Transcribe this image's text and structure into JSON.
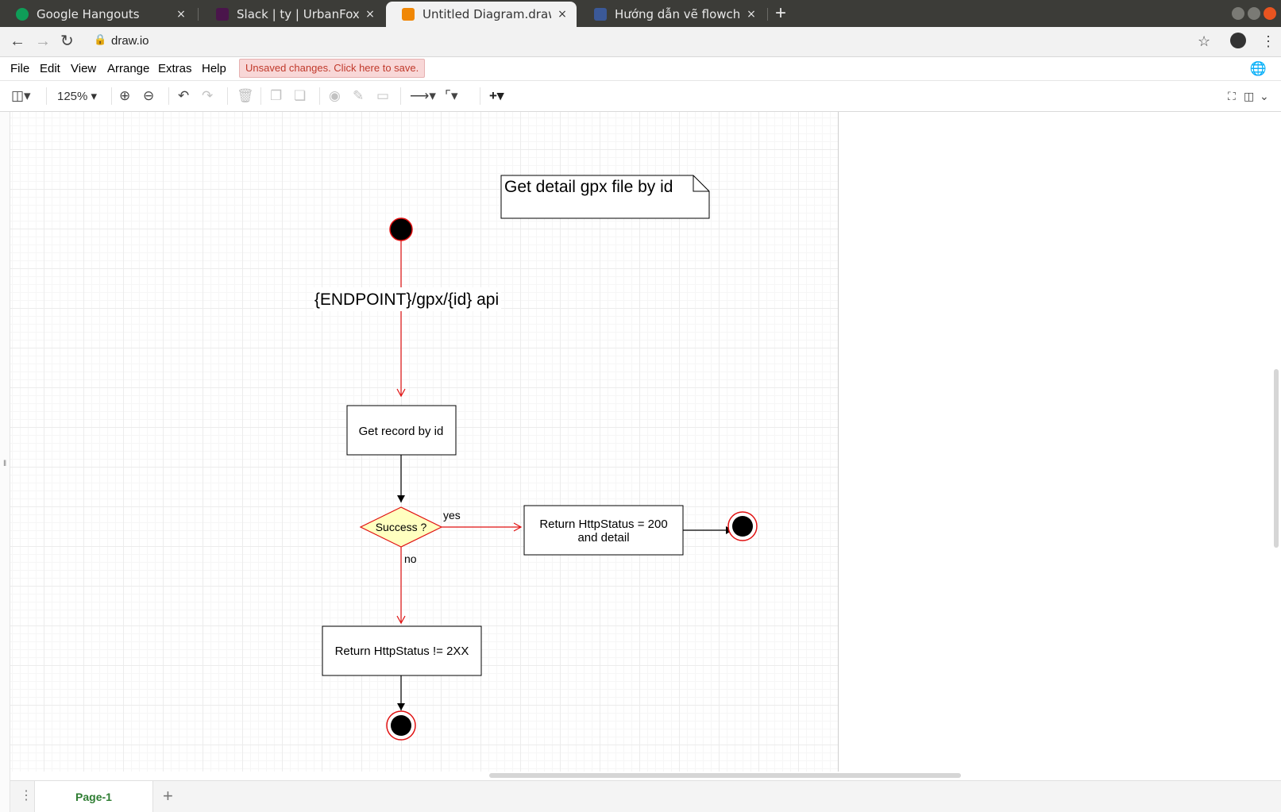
{
  "browser": {
    "tabs": [
      {
        "title": "Google Hangouts",
        "close": "×",
        "favicon_color": "#0f9d58"
      },
      {
        "title": "Slack | ty | UrbanFox",
        "close": "×",
        "favicon_color": "#4a154b"
      },
      {
        "title": "Untitled Diagram.drawio",
        "close": "×",
        "favicon_color": "#f08705"
      },
      {
        "title": "Hướng dẫn vẽ flowchart",
        "close": "×",
        "favicon_color": "#3b5998"
      }
    ],
    "new_tab": "+",
    "url": "draw.io",
    "icons": {
      "back": "arrow-left-icon",
      "forward": "arrow-right-icon",
      "reload": "reload-icon",
      "lock": "lock-icon",
      "star": "star-icon",
      "profile": "avatar",
      "menu": "kebab-menu-icon"
    }
  },
  "menubar": {
    "items": [
      "File",
      "Edit",
      "View",
      "Arrange",
      "Extras",
      "Help"
    ],
    "unsaved": "Unsaved changes. Click here to save."
  },
  "toolbar": {
    "zoom": "125%"
  },
  "diagram": {
    "note": "Get detail gpx file by id",
    "edge_label": "{ENDPOINT}/gpx/{id} api",
    "action_get": "Get record by id",
    "decision": "Success ?",
    "label_yes": "yes",
    "label_no": "no",
    "action_ok_line1": "Return HttpStatus = 200",
    "action_ok_line2": "and detail",
    "action_fail": "Return HttpStatus != 2XX",
    "colors": {
      "flow_red": "#e01010",
      "decision_fill": "#ffffc0",
      "end_ring": "#e01010"
    }
  },
  "pages": {
    "tabs": [
      "Page-1"
    ],
    "add": "+"
  }
}
